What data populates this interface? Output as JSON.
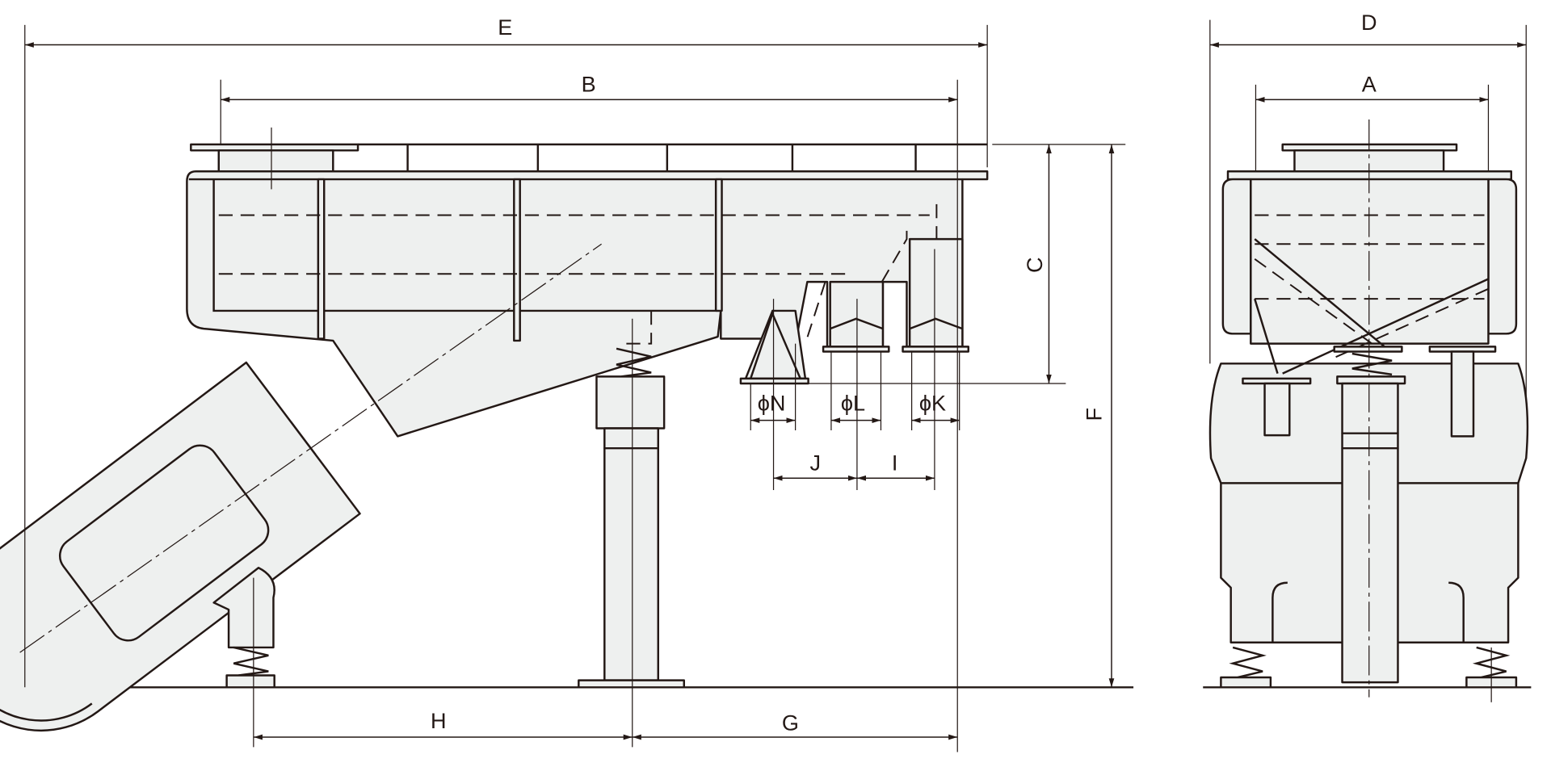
{
  "drawing": {
    "title": "Vibrating feeder dimension drawing",
    "colors": {
      "line": "#231815",
      "fill": "#eef0ef",
      "background": "#ffffff"
    },
    "dimensions": {
      "overall_length": "E",
      "trough_length": "B",
      "overall_width": "D",
      "trough_width": "A",
      "trough_height": "C",
      "overall_height": "F",
      "outlet_n": "ϕN",
      "outlet_l": "ϕL",
      "outlet_k": "ϕK",
      "pitch_j": "J",
      "pitch_i": "I",
      "support_h": "H",
      "support_g": "G"
    }
  }
}
